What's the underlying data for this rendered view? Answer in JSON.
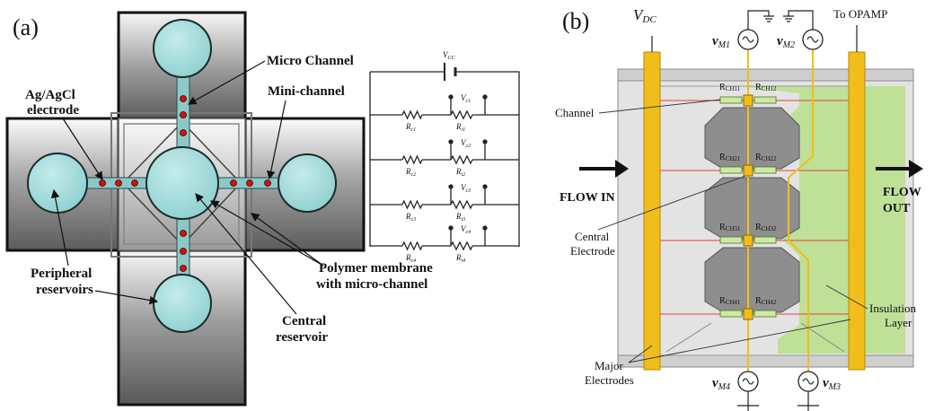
{
  "panel_a": {
    "label": "(a)",
    "annotations": {
      "micro_channel": "Micro Channel",
      "ag_agcl_1": "Ag/AgCl",
      "ag_agcl_2": "electrode",
      "mini_channel": "Mini-channel",
      "peripheral_1": "Peripheral",
      "peripheral_2": "reservoirs",
      "polymer_1": "Polymer membrane",
      "polymer_2": "with micro-channel",
      "central_1": "Central",
      "central_2": "reservoir"
    },
    "circuit": {
      "supply": "V",
      "supply_sub": "CC",
      "rows": [
        {
          "rc": "R",
          "rc_sub": "c1",
          "ri": "R",
          "ri_sub": "i1",
          "v": "V",
          "v_sub": "c1"
        },
        {
          "rc": "R",
          "rc_sub": "c2",
          "ri": "R",
          "ri_sub": "i2",
          "v": "V",
          "v_sub": "c2"
        },
        {
          "rc": "R",
          "rc_sub": "c3",
          "ri": "R",
          "ri_sub": "i3",
          "v": "V",
          "v_sub": "c3"
        },
        {
          "rc": "R",
          "rc_sub": "c4",
          "ri": "R",
          "ri_sub": "i4",
          "v": "V",
          "v_sub": "c4"
        }
      ]
    }
  },
  "panel_b": {
    "label": "(b)",
    "vdc": "V",
    "vdc_sub": "DC",
    "to_opamp": "To OPAMP",
    "sources": [
      {
        "v": "v",
        "sub": "M1"
      },
      {
        "v": "v",
        "sub": "M2"
      },
      {
        "v": "v",
        "sub": "M4"
      },
      {
        "v": "v",
        "sub": "M3"
      }
    ],
    "channel_labels": [
      {
        "r": "R",
        "sub": "CH11"
      },
      {
        "r": "R",
        "sub": "CH12"
      },
      {
        "r": "R",
        "sub": "CH21"
      },
      {
        "r": "R",
        "sub": "CH22"
      },
      {
        "r": "R",
        "sub": "CH31"
      },
      {
        "r": "R",
        "sub": "CH32"
      },
      {
        "r": "R",
        "sub": "CH41"
      },
      {
        "r": "R",
        "sub": "CH42"
      }
    ],
    "channel": "Channel",
    "flow_in": "FLOW IN",
    "flow_out_1": "FLOW",
    "flow_out_2": "OUT",
    "central_electrode_1": "Central",
    "central_electrode_2": "Electrode",
    "insulation_1": "Insulation",
    "insulation_2": "Layer",
    "major_1": "Major",
    "major_2": "Electrodes"
  },
  "colors": {
    "reservoir": "#a7dcdc",
    "channel": "#8cc8c8",
    "electrode_dot": "#d01010",
    "gold": "#f1bd1a",
    "insulation": "#b9e08e",
    "chip_gray": "#c9c9c9",
    "hex_gray": "#8e8e8e",
    "red_line": "#e0403a"
  }
}
